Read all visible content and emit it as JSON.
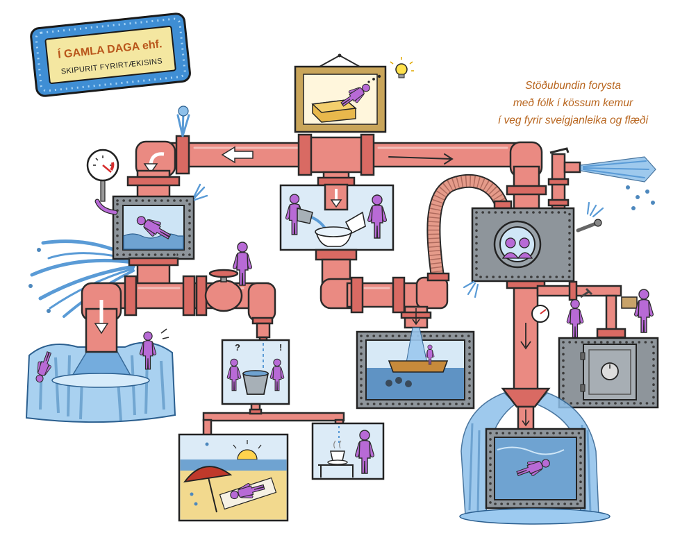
{
  "sign": {
    "title": "Í GAMLA DAGA ehf.",
    "subtitle": "SKIPURIT FYRIRTÆKISINS"
  },
  "caption": {
    "line1": "Stöðubundin forysta",
    "line2": "með fólk í kössum kemur",
    "line3": "í veg fyrir sveigjanleika og flæði"
  },
  "marks": {
    "question": "?",
    "exclaim": "!"
  },
  "colors": {
    "pipe": "#ea8a82",
    "flange": "#d96a63",
    "frame": "#8e959b",
    "water": "#6fa3d1",
    "figure": "#b86ad6",
    "caption": "#b8651e",
    "sign_border": "#3f8ed4",
    "sign_fill": "#f4e7a1",
    "picture_frame_gold": "#c9a55a"
  },
  "icons": [
    "pressure-gauge-icon",
    "light-bulb-icon",
    "wrench-icon",
    "safe-icon",
    "toilet-icon",
    "umbrella-icon",
    "coffee-cup-icon"
  ]
}
